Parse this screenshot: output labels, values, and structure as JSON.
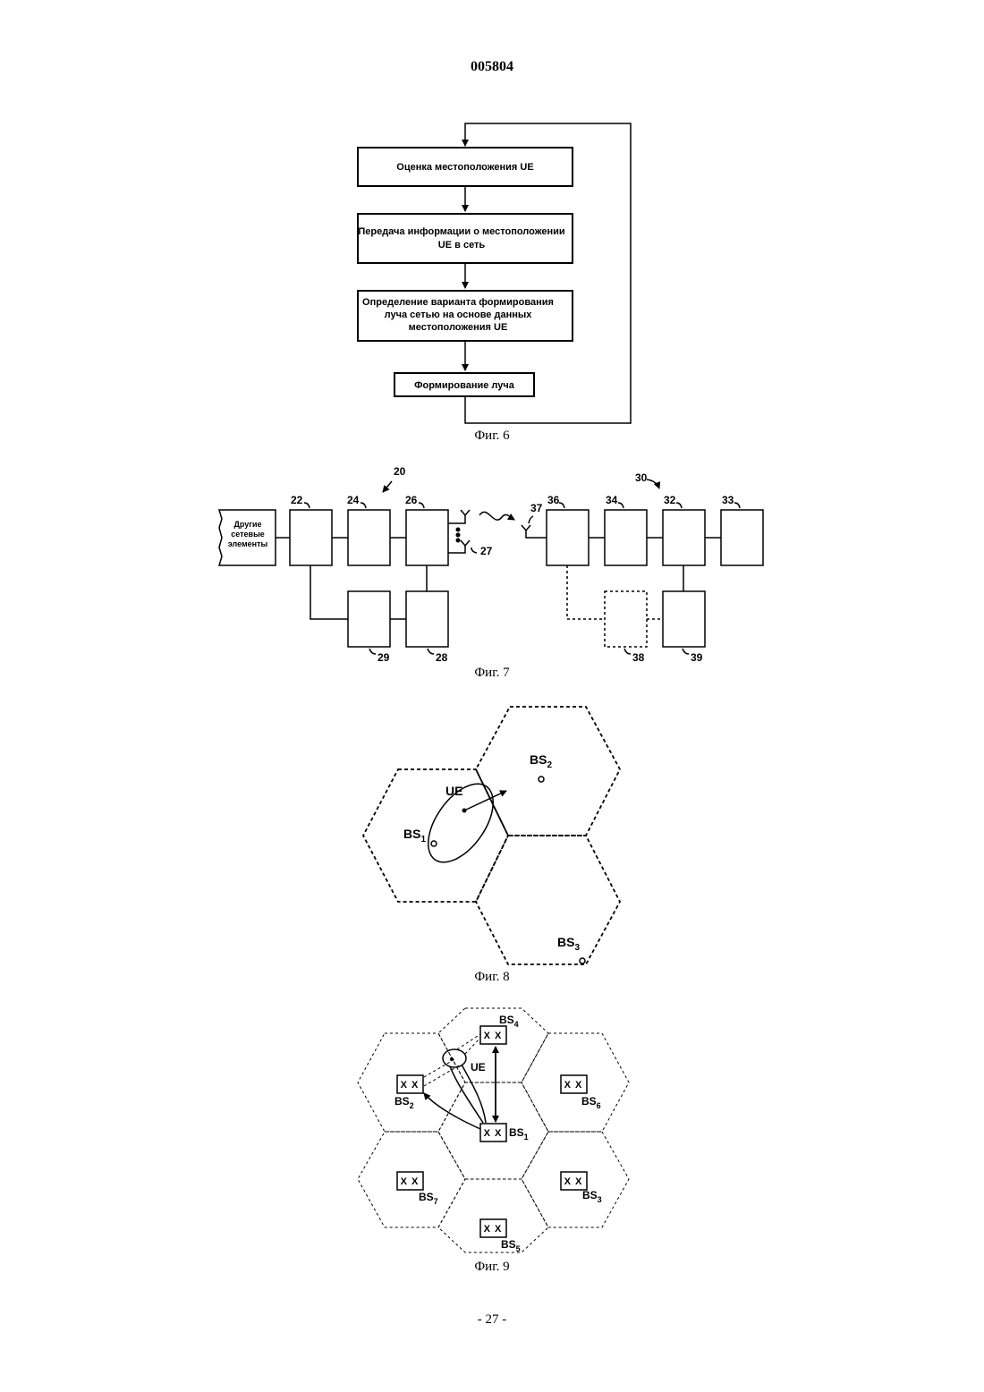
{
  "header": {
    "doc_number": "005804"
  },
  "fig6": {
    "caption": "Фиг. 6",
    "box1": "Оценка местоположения UE",
    "box2_line1": "Передача информации о местоположении",
    "box2_line2": "UE в сеть",
    "box3_line1": "Определение варианта формирования",
    "box3_line2": "луча сетью на основе данных",
    "box3_line3": "местоположения UE",
    "box4": "Формирование луча"
  },
  "fig7": {
    "caption": "Фиг. 7",
    "other_elements_line1": "Другие",
    "other_elements_line2": "сетевые",
    "other_elements_line3": "элементы",
    "labels": {
      "n20": "20",
      "n22": "22",
      "n24": "24",
      "n26": "26",
      "n27": "27",
      "n28": "28",
      "n29": "29",
      "n30": "30",
      "n32": "32",
      "n33": "33",
      "n34": "34",
      "n36": "36",
      "n37": "37",
      "n38": "38",
      "n39": "39"
    }
  },
  "fig8": {
    "caption": "Фиг. 8",
    "bs_base": "BS",
    "bs1_sub": "1",
    "bs2_sub": "2",
    "bs3_sub": "3",
    "ue": "UE"
  },
  "fig9": {
    "caption": "Фиг. 9",
    "bs_base": "BS",
    "xx": "X X",
    "ue": "UE",
    "bs1_sub": "1",
    "bs2_sub": "2",
    "bs3_sub": "3",
    "bs4_sub": "4",
    "bs5_sub": "5",
    "bs6_sub": "6",
    "bs7_sub": "7"
  },
  "footer": {
    "page_number": "- 27 -"
  }
}
